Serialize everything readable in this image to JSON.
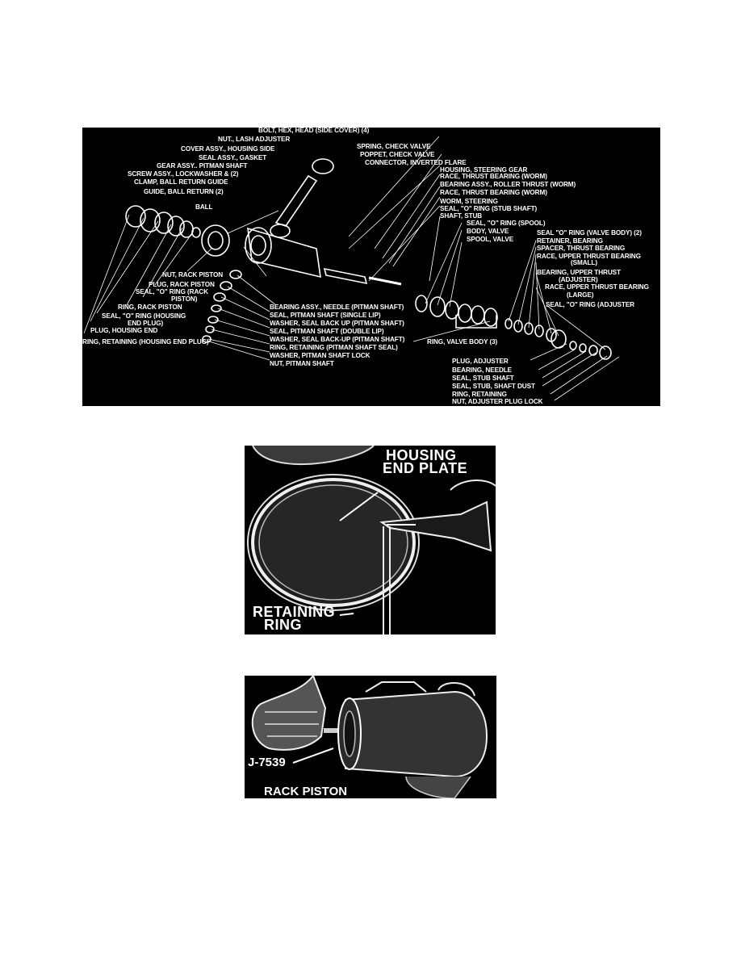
{
  "figure1": {
    "labels": {
      "bolt_hex_head": "BOLT, HEX, HEAD (SIDE COVER) (4)",
      "nut_lash_adjuster": "NUT., LASH ADJUSTER",
      "cover_assy": "COVER ASSY., HOUSING SIDE",
      "seal_assy_gasket": "SEAL ASSY., GASKET",
      "gear_assy": "GEAR ASSY.. PITMAN SHAFT",
      "screw_assy": "SCREW ASSY., LOCKWASHER & (2)",
      "clamp": "CLAMP, BALL RETURN GUIDE",
      "guide": "GUIDE, BALL RETURN (2)",
      "ball": "BALL",
      "spring_check_valve": "SPRING, CHECK VALVE",
      "poppet_check_valve": "POPPET, CHECK VALVE",
      "connector": "CONNECTOR, INVERTED FLARE",
      "housing_steering_gear": "HOUSING, STEERING GEAR",
      "race_thrust_worm1": "RACE, THRUST BEARING (WORM)",
      "bearing_roller_thrust": "BEARING ASSY., ROLLER THRUST (WORM)",
      "race_thrust_worm2": "RACE, THRUST BEARING (WORM)",
      "worm_steering": "WORM, STEERING",
      "seal_o_ring_stub": "SEAL, \"O\" RING (STUB SHAFT)",
      "shaft_stub": "SHAFT, STUB",
      "seal_o_ring_spool": "SEAL, \"O\" RING (SPOOL)",
      "body_valve": "BODY, VALVE",
      "spool_valve": "SPOOL, VALVE",
      "seal_o_ring_valve_body": "SEAL \"O\" RING (VALVE BODY) (2)",
      "retainer_bearing": "RETAINER, BEARING",
      "spacer_thrust": "SPACER, THRUST BEARING",
      "race_upper_small_1": "RACE, UPPER THRUST BEARING",
      "race_upper_small_2": "(SMALL)",
      "bearing_upper_thrust_1": "BEARING, UPPER THRUST",
      "bearing_upper_thrust_2": "(ADJUSTER)",
      "race_upper_large_1": "RACE, UPPER THRUST BEARING",
      "race_upper_large_2": "(LARGE)",
      "seal_o_ring_adjuster": "SEAL, \"O\" RING (ADJUSTER",
      "nut_rack_piston": "NUT, RACK PISTON",
      "plug_rack_piston": "PLUG, RACK PISTON",
      "seal_o_ring_rack_1": "SEAL, \"O\" RING (RACK",
      "seal_o_ring_rack_2": "PISTON)",
      "ring_rack_piston": "RING, RACK PISTON",
      "seal_o_ring_housing_1": "SEAL, \"O\" RING (HOUSING",
      "seal_o_ring_housing_2": "END PLUG)",
      "plug_housing_end": "PLUG, HOUSING END",
      "ring_retaining_housing": "RING, RETAINING (HOUSING END PLUG)",
      "bearing_needle_pitman": "BEARING ASSY., NEEDLE (PITMAN SHAFT)",
      "seal_pitman_single": "SEAL, PITMAN SHAFT (SINGLE LIP)",
      "washer_seal_backup_1": "WASHER, SEAL BACK UP (PITMAN SHAFT)",
      "seal_pitman_double": "SEAL, PITMAN SHAFT (DOUBLE LIP)",
      "washer_seal_backup_2": "WASHER, SEAL BACK-UP (PITMAN SHAFT)",
      "ring_retaining_pitman": "RING, RETAINING (PITMAN SHAFT SEAL)",
      "washer_pitman_lock": "WASHER, PITMAN SHAFT LOCK",
      "nut_pitman_shaft": "NUT, PITMAN SHAFT",
      "ring_valve_body": "RING, VALVE BODY (3)",
      "plug_adjuster": "PLUG, ADJUSTER",
      "bearing_needle": "BEARING, NEEDLE",
      "seal_stub_shaft": "SEAL, STUB SHAFT",
      "seal_stub_dust": "SEAL, STUB, SHAFT DUST",
      "ring_retaining": "RING, RETAINING",
      "nut_adjuster_plug": "NUT, ADJUSTER PLUG LOCK"
    }
  },
  "figure2": {
    "housing_end_plate_1": "HOUSING",
    "housing_end_plate_2": "END PLATE",
    "retaining_ring_1": "RETAINING",
    "retaining_ring_2": "RING"
  },
  "figure3": {
    "tool": "J-7539",
    "rack_piston": "RACK PISTON"
  }
}
